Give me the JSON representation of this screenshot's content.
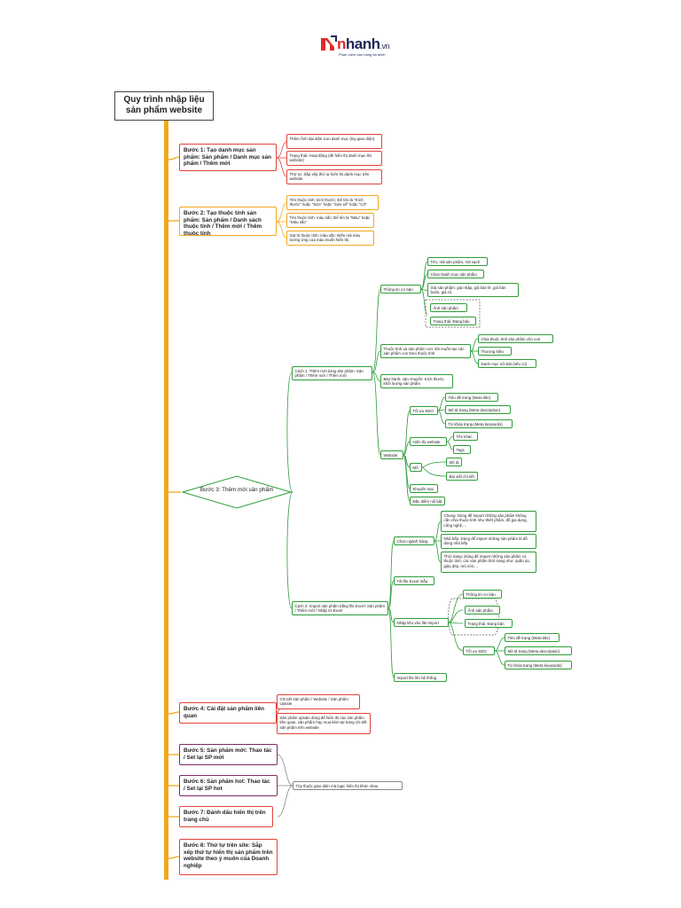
{
  "brand": {
    "name_mark": "n",
    "name": "hanh",
    "domain_suffix": ".vn",
    "tagline": "Phần mềm bán hàng đa kênh"
  },
  "title": "Quy trình nhập liệu sản phẩm website",
  "steps": {
    "s1": "Bước 1: Tạo danh mục sản phẩm: Sản phẩm / Danh mục sản phẩm / Thêm mới",
    "s2": "Bước 2: Tạo thuộc tính sản phẩm: Sản phẩm / Danh sách thuộc tính / Thêm mới / Thêm thuộc tính",
    "s3": "Bước 3: Thêm mới sản phẩm",
    "s4": "Bước 4: Cài đặt sản phẩm liên quan",
    "s5": "Bước 5: Sản phẩm mới: Thao tác / Set lại SP mới",
    "s6": "Bước 6: Sản phẩm hot: Thao tác / Set lại SP hot",
    "s7": "Bước 7: Đánh dấu hiển thị trên trang chủ",
    "s8": "Bước 8: Thứ tự trên site: Sắp xếp thứ tự hiển thị sản phẩm trên website theo ý muốn của Doanh nghiệp"
  },
  "step1_notes": [
    "Thêm Ảnh đại diện icon danh mục (tùy giao diện)",
    "Trạng thái: Hoạt động (để hiển thị danh mục lên website)",
    "Thứ tự: Sắp xếp thứ tự hiển thị danh mục trên website"
  ],
  "step2_notes": [
    "Tên thuộc tính: kích thước; Để tên là \"Kích thước\" hoặc \"Size\" hoặc \"Size số\" hoặc \"Cỡ\"",
    "Tên thuộc tính: màu sắc; Để tên là \"Màu\" hoặc \"Màu sắc\"",
    "Giá trị thuộc tính: màu sắc: Điền mã màu tương ứng của màu muốn hiển thị"
  ],
  "step3": {
    "way1": "Cách 1: Thêm mới từng sản phẩm: Sản phẩm / Thêm mới / Thêm mới",
    "basic_info": "Thông tin cơ bản",
    "basic_items": [
      "Tên, mã sản phẩm, mã vạch",
      "Chọn Danh mục sản phẩm",
      "Giá sản phẩm: giá nhập, giá bán lẻ, giá bán buôn, giá cũ",
      "Ảnh sản phẩm",
      "Trạng thái: Đang bán"
    ],
    "attr": "Thuộc tính và sản phẩm con: khi muốn tạo các sản phẩm con theo thuộc tính",
    "attr_items": [
      "Chia thuộc tính sản phẩm cho con",
      "Thương hiệu",
      "Danh mục nổi bật (nếu có)"
    ],
    "warranty": "Bảo hành, vận chuyển: Kích thước, khối lượng sản phẩm",
    "website": "Website",
    "seo": "Tối ưu SEO",
    "seo_items": [
      "Tiêu đề trang (Meta title)",
      "Mô tả trang (Meta description)",
      "Từ khóa trang (Meta keywords)"
    ],
    "display": "Hiển thị website",
    "display_items": [
      "Tên khác",
      "Tags"
    ],
    "describe": "Mô tả",
    "describe_items": [
      "Mô tả",
      "Bài viết chi tiết"
    ],
    "promo": "Khuyến mại",
    "highlight": "Đặc điểm nổi bật",
    "way2": "Cách 2: Import sản phẩm bằng file Excel: Sản phẩm / Thêm mới / Nhập từ Excel",
    "choose_industry": "Chọn ngành hàng",
    "industry_items": [
      "Chung: Dùng để import những sản phẩm không cần chia thuộc tính như thiết phẩm, đồ gia dụng, công nghệ,...",
      "Nhà bếp: Dùng để import những sản phẩm là đồ dùng nhà bếp.",
      "Thời trang: Dùng để import những sản phẩm có thuộc tính, các sản phẩm thời trang như: quần áo, giày dép, mũ nón,..."
    ],
    "download_excel": "Tải file Excel mẫu",
    "enter_data": "Nhập liệu vào file Import",
    "enter_items": [
      "Thông tin cơ bản",
      "Ảnh sản phẩm",
      "Trạng thái: Đang bán"
    ],
    "seo2": "Tối ưu SEO",
    "seo2_items": [
      "Tiêu đề trang (Meta title)",
      "Mô tả trang (Meta description)",
      "Từ khóa trang (Meta keywords)"
    ],
    "import_file": "Import file lên hệ thống"
  },
  "step4_notes": [
    "Chi tiết sản phẩm / Website / Sản phẩm Upsale",
    "Sản phẩm upsale dùng để hiển thị các sản phẩm liên quan, sản phẩm hay mua kèm tại trang chi tiết sản phẩm trên website"
  ],
  "note_567": "Tùy thuộc giao diện mà logic hiển thị khác nhau",
  "colors": {
    "spine": "#f0a81e",
    "step1": "#e0433a",
    "step2": "#f0a81e",
    "step3": "#2f9c3a",
    "step4": "#e0433a",
    "step5_6": "#7d2a63",
    "step7_8": "#e0433a",
    "brand_red": "#e22a2a",
    "brand_navy": "#1d2a5a"
  }
}
